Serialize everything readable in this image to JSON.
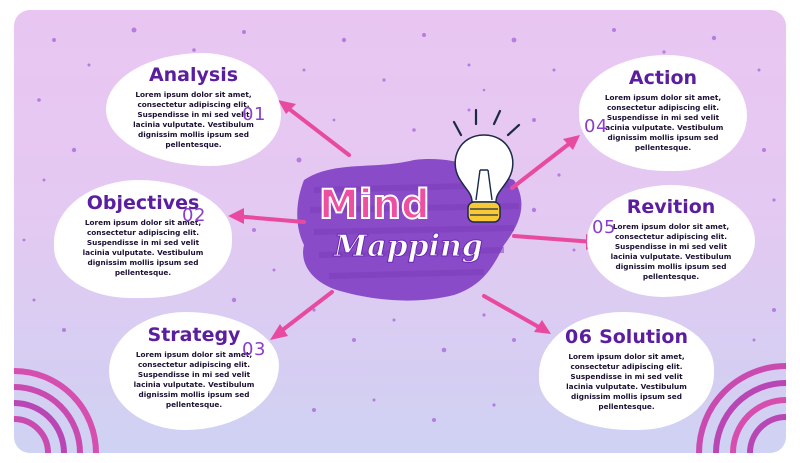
{
  "center": {
    "title": "Mind",
    "subtitle": "Mapping"
  },
  "body_text": {
    "l1": "Lorem ipsum dolor sit amet,",
    "l2": "consectetur adipiscing elit.",
    "l3": "Suspendisse in mi sed velit",
    "l4": "lacinia vulputate. Vestibulum",
    "l5": "dignissim mollis ipsum sed",
    "l6": "pellentesque."
  },
  "nodes": [
    {
      "title": "Analysis",
      "number": "01"
    },
    {
      "title": "Objectives",
      "number": "02"
    },
    {
      "title": "Strategy",
      "number": "03"
    },
    {
      "title": "Action",
      "number": "04"
    },
    {
      "title": "Revition",
      "number": "05"
    },
    {
      "title": "Solution",
      "number": "06"
    }
  ],
  "icons": [
    "lightbulb-icon"
  ],
  "colors": {
    "accent_pink": "#e84aa0",
    "title_purple": "#5a1e9e",
    "splash_purple": "#8a4bc9"
  }
}
